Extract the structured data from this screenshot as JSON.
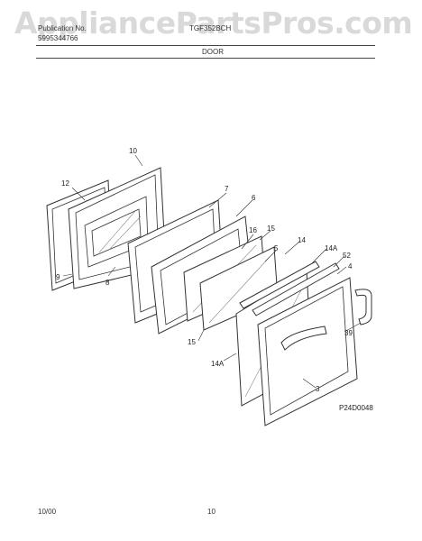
{
  "header": {
    "watermark": "AppliancePartsPros.com",
    "publication_label": "Publication No.",
    "publication_number": "5995344766",
    "model": "TGF352BCH",
    "section_title": "DOOR"
  },
  "diagram": {
    "callouts": [
      "10",
      "12",
      "7",
      "6",
      "16",
      "15",
      "5",
      "14",
      "14A",
      "52",
      "4",
      "9",
      "8",
      "39",
      "15",
      "14A",
      "3"
    ],
    "drawing_code": "P24D0048"
  },
  "footer": {
    "date": "10/00",
    "page": "10"
  }
}
